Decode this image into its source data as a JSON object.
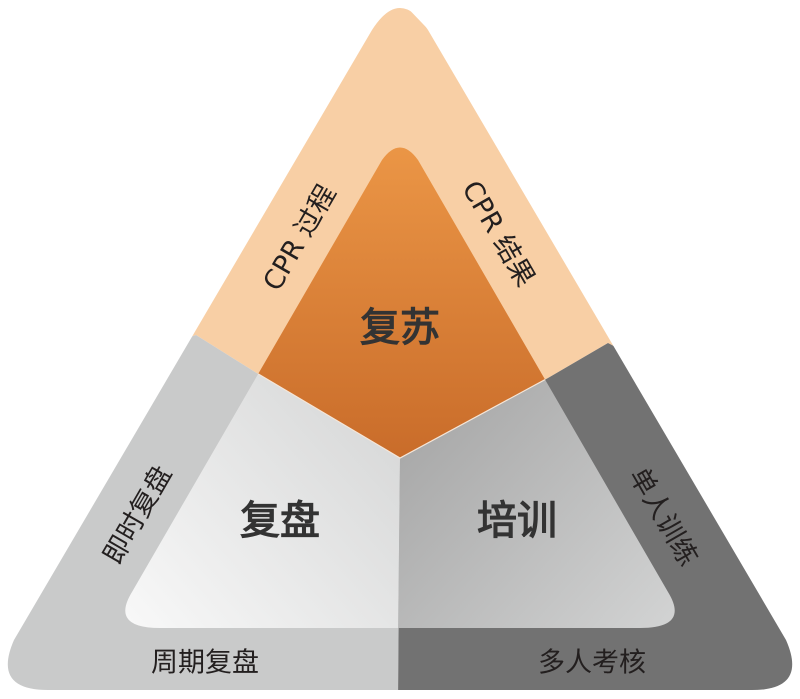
{
  "diagram": {
    "type": "triangle-framework",
    "center": {
      "top": {
        "label": "复苏",
        "color": "#d9803a"
      },
      "left": {
        "label": "复盘",
        "color": "#e3e4e4"
      },
      "right": {
        "label": "培训",
        "color": "#b0b1b1"
      }
    },
    "outer": {
      "top_left": {
        "label": "CPR 过程"
      },
      "top_right": {
        "label": "CPR 结果"
      },
      "left_side": {
        "label": "即时复盘"
      },
      "bottom_left": {
        "label": "周期复盘"
      },
      "right_side": {
        "label": "单人训练"
      },
      "bottom_right": {
        "label": "多人考核"
      }
    },
    "colors": {
      "outer_top": "#f8cfa5",
      "outer_left": "#c9caca",
      "outer_right": "#727272",
      "inner_top_light": "#f09c4a",
      "inner_top_dark": "#c96e2b"
    }
  }
}
